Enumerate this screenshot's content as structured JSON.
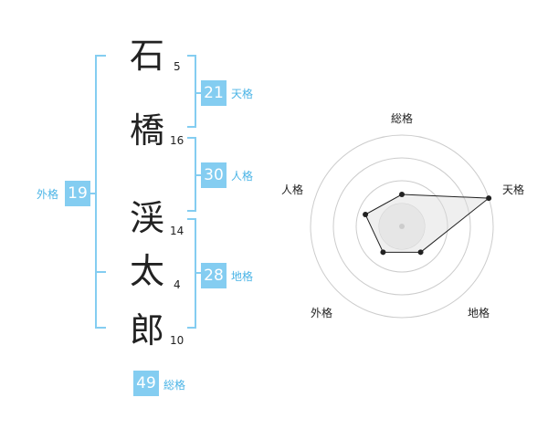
{
  "name": {
    "characters": [
      {
        "char": "石",
        "strokes": "5"
      },
      {
        "char": "橋",
        "strokes": "16"
      },
      {
        "char": "渓",
        "strokes": "14"
      },
      {
        "char": "太",
        "strokes": "4"
      },
      {
        "char": "郎",
        "strokes": "10"
      }
    ]
  },
  "kakusu": {
    "tenkaku": {
      "value": "21",
      "label": "天格"
    },
    "jinkaku": {
      "value": "30",
      "label": "人格"
    },
    "chikaku": {
      "value": "28",
      "label": "地格"
    },
    "gaikaku": {
      "value": "19",
      "label": "外格"
    },
    "soukaku": {
      "value": "49",
      "label": "総格"
    }
  },
  "radar": {
    "axes": [
      "総格",
      "天格",
      "地格",
      "外格",
      "人格"
    ],
    "levels": 4,
    "values": [
      0.35,
      1.0,
      0.35,
      0.35,
      0.42
    ]
  },
  "colors": {
    "accent": "#84cdf1",
    "accent_text": "#4bb4e6",
    "text": "#222222",
    "grid": "#cccccc"
  }
}
